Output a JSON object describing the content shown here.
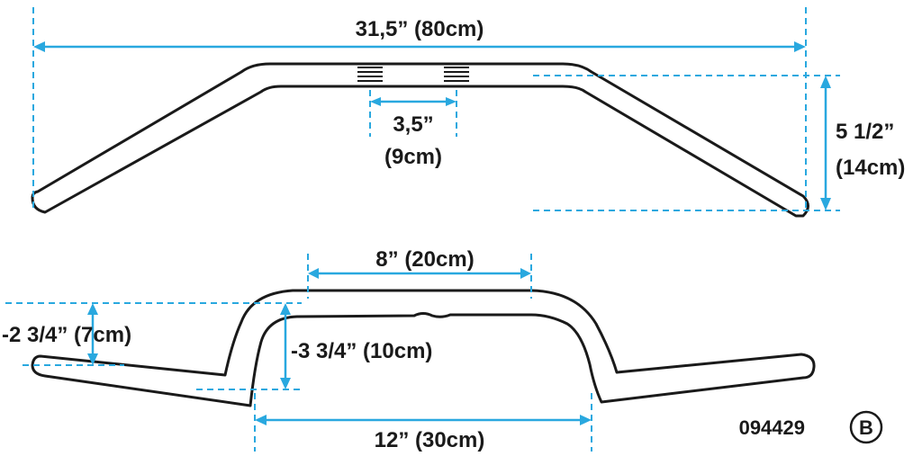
{
  "top_view": {
    "width_label": "31,5” (80cm)",
    "center_inches": "3,5”",
    "center_cm": "(9cm)",
    "rise_inches": "5 1/2”",
    "rise_cm": "(14cm)"
  },
  "side_view": {
    "top_width_label": "8” (20cm)",
    "pullback_label": "-2 3/4” (7cm)",
    "drop_label": "-3 3/4” (10cm)",
    "base_width_label": "12” (30cm)"
  },
  "part_number": "094429",
  "revision_badge": "B",
  "colors": {
    "dimension": "#29a8df",
    "outline": "#1a1a1a"
  }
}
